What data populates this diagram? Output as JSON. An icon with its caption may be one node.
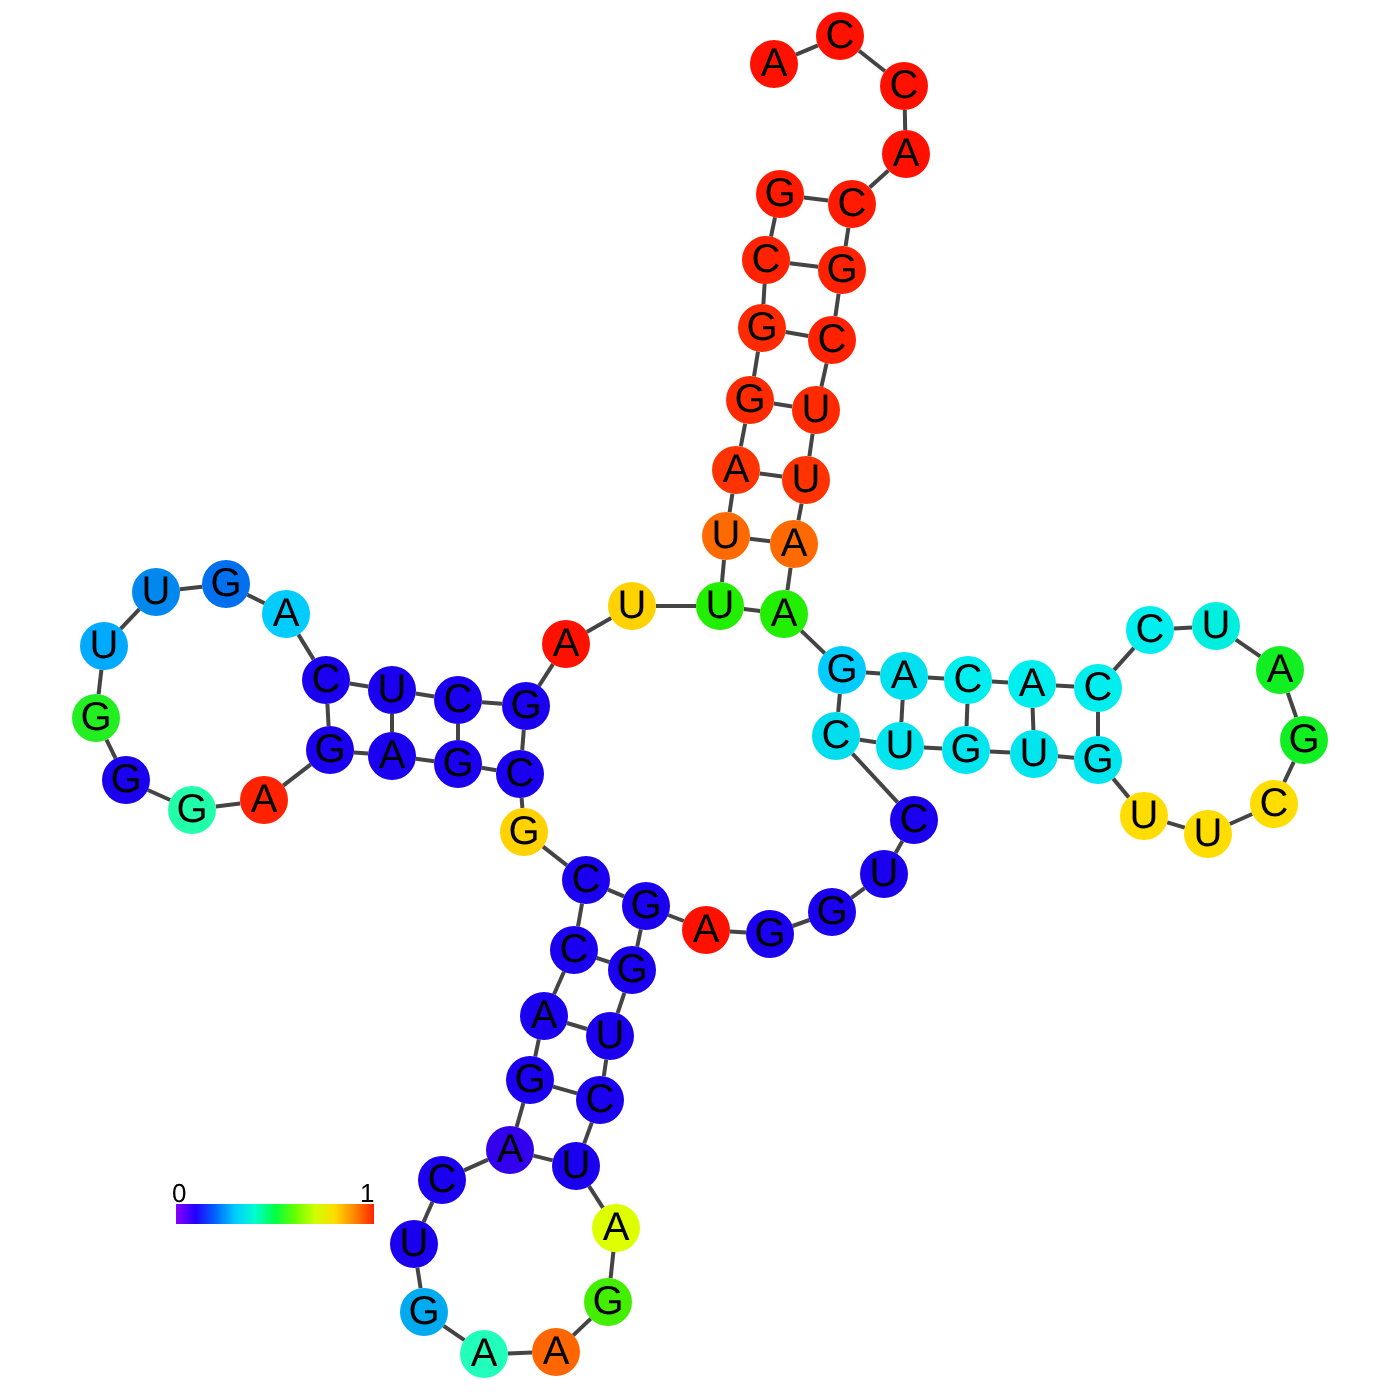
{
  "diagram": {
    "nodes": [
      {
        "text": [
          "G"
        ]
      },
      {
        "text": [
          "C"
        ]
      },
      {
        "text": [
          "G"
        ]
      },
      {
        "text": [
          "G"
        ]
      },
      {
        "text": [
          "A"
        ]
      },
      {
        "text": [
          "U"
        ]
      },
      {
        "text": [
          "U"
        ]
      },
      {
        "text": [
          "U"
        ]
      },
      {
        "text": [
          "A"
        ]
      },
      {
        "text": [
          "G"
        ]
      },
      {
        "text": [
          "C"
        ]
      },
      {
        "text": [
          "U"
        ]
      },
      {
        "text": [
          "C"
        ]
      },
      {
        "text": [
          "A"
        ]
      },
      {
        "text": [
          "G"
        ]
      },
      {
        "text": [
          "U"
        ]
      },
      {
        "text": [
          "U"
        ]
      },
      {
        "text": [
          "G"
        ]
      },
      {
        "text": [
          "G"
        ]
      },
      {
        "text": [
          "G"
        ]
      },
      {
        "text": [
          "A"
        ]
      },
      {
        "text": [
          "G"
        ]
      },
      {
        "text": [
          "A"
        ]
      },
      {
        "text": [
          "G"
        ]
      },
      {
        "text": [
          "C"
        ]
      },
      {
        "text": [
          "G"
        ]
      },
      {
        "text": [
          "C"
        ]
      },
      {
        "text": [
          "C"
        ]
      },
      {
        "text": [
          "A"
        ]
      },
      {
        "text": [
          "G"
        ]
      },
      {
        "text": [
          "A"
        ]
      },
      {
        "text": [
          "C"
        ]
      },
      {
        "text": [
          "U"
        ]
      },
      {
        "text": [
          "G"
        ]
      },
      {
        "text": [
          "A"
        ]
      },
      {
        "text": [
          "A"
        ]
      },
      {
        "text": [
          "G"
        ]
      },
      {
        "text": [
          "A"
        ]
      },
      {
        "text": [
          "U"
        ]
      },
      {
        "text": [
          "C"
        ]
      },
      {
        "text": [
          "U"
        ]
      },
      {
        "text": [
          "G"
        ]
      },
      {
        "text": [
          "G"
        ]
      },
      {
        "text": [
          "A"
        ]
      },
      {
        "text": [
          "G"
        ]
      },
      {
        "text": [
          "G"
        ]
      },
      {
        "text": [
          "U"
        ]
      },
      {
        "text": [
          "C"
        ]
      },
      {
        "text": [
          "C"
        ]
      },
      {
        "text": [
          "U"
        ]
      },
      {
        "text": [
          "G"
        ]
      },
      {
        "text": [
          "U"
        ]
      },
      {
        "text": [
          "G"
        ]
      },
      {
        "text": [
          "U"
        ]
      },
      {
        "text": [
          "U"
        ]
      },
      {
        "text": [
          "C"
        ]
      },
      {
        "text": [
          "G"
        ]
      },
      {
        "text": [
          "A"
        ]
      },
      {
        "text": [
          "U"
        ]
      },
      {
        "text": [
          "C"
        ]
      },
      {
        "text": [
          "C"
        ]
      },
      {
        "text": [
          "A"
        ]
      },
      {
        "text": [
          "C"
        ]
      },
      {
        "text": [
          "A"
        ]
      },
      {
        "text": [
          "G"
        ]
      },
      {
        "text": [
          "A"
        ]
      },
      {
        "text": [
          "A"
        ]
      },
      {
        "text": [
          "U"
        ]
      },
      {
        "text": [
          "U"
        ]
      },
      {
        "text": [
          "C"
        ]
      },
      {
        "text": [
          "G"
        ]
      },
      {
        "text": [
          "C"
        ]
      },
      {
        "text": [
          "A"
        ]
      },
      {
        "text": [
          "C"
        ]
      },
      {
        "text": [
          "C"
        ]
      },
      {
        "text": [
          "A"
        ]
      }
    ],
    "edges": [
      {
        "from": 0,
        "to": 1,
        "arrow": "none"
      },
      {
        "from": 1,
        "to": 2,
        "arrow": "none"
      },
      {
        "from": 2,
        "to": 3,
        "arrow": "none"
      },
      {
        "from": 3,
        "to": 4,
        "arrow": "none"
      },
      {
        "from": 4,
        "to": 5,
        "arrow": "none"
      },
      {
        "from": 5,
        "to": 6,
        "arrow": "none"
      },
      {
        "from": 6,
        "to": 7,
        "arrow": "none"
      },
      {
        "from": 7,
        "to": 8,
        "arrow": "none"
      },
      {
        "from": 8,
        "to": 9,
        "arrow": "none"
      },
      {
        "from": 9,
        "to": 10,
        "arrow": "none"
      },
      {
        "from": 10,
        "to": 11,
        "arrow": "none"
      },
      {
        "from": 11,
        "to": 12,
        "arrow": "none"
      },
      {
        "from": 12,
        "to": 13,
        "arrow": "none"
      },
      {
        "from": 13,
        "to": 14,
        "arrow": "none"
      },
      {
        "from": 14,
        "to": 15,
        "arrow": "none"
      },
      {
        "from": 15,
        "to": 16,
        "arrow": "none"
      },
      {
        "from": 16,
        "to": 17,
        "arrow": "none"
      },
      {
        "from": 17,
        "to": 18,
        "arrow": "none"
      },
      {
        "from": 18,
        "to": 19,
        "arrow": "none"
      },
      {
        "from": 19,
        "to": 20,
        "arrow": "none"
      },
      {
        "from": 20,
        "to": 21,
        "arrow": "none"
      },
      {
        "from": 21,
        "to": 22,
        "arrow": "none"
      },
      {
        "from": 22,
        "to": 23,
        "arrow": "none"
      },
      {
        "from": 23,
        "to": 24,
        "arrow": "none"
      },
      {
        "from": 24,
        "to": 25,
        "arrow": "none"
      },
      {
        "from": 25,
        "to": 26,
        "arrow": "none"
      },
      {
        "from": 26,
        "to": 27,
        "arrow": "none"
      },
      {
        "from": 27,
        "to": 28,
        "arrow": "none"
      },
      {
        "from": 28,
        "to": 29,
        "arrow": "none"
      },
      {
        "from": 29,
        "to": 30,
        "arrow": "none"
      },
      {
        "from": 30,
        "to": 31,
        "arrow": "none"
      },
      {
        "from": 31,
        "to": 32,
        "arrow": "none"
      },
      {
        "from": 32,
        "to": 33,
        "arrow": "none"
      },
      {
        "from": 33,
        "to": 34,
        "arrow": "none"
      },
      {
        "from": 34,
        "to": 35,
        "arrow": "none"
      },
      {
        "from": 35,
        "to": 36,
        "arrow": "none"
      },
      {
        "from": 36,
        "to": 37,
        "arrow": "none"
      },
      {
        "from": 37,
        "to": 38,
        "arrow": "none"
      },
      {
        "from": 38,
        "to": 39,
        "arrow": "none"
      },
      {
        "from": 39,
        "to": 40,
        "arrow": "none"
      },
      {
        "from": 40,
        "to": 41,
        "arrow": "none"
      },
      {
        "from": 41,
        "to": 42,
        "arrow": "none"
      },
      {
        "from": 42,
        "to": 43,
        "arrow": "none"
      },
      {
        "from": 43,
        "to": 44,
        "arrow": "none"
      },
      {
        "from": 44,
        "to": 45,
        "arrow": "none"
      },
      {
        "from": 45,
        "to": 46,
        "arrow": "none"
      },
      {
        "from": 46,
        "to": 47,
        "arrow": "none"
      },
      {
        "from": 47,
        "to": 48,
        "arrow": "none"
      },
      {
        "from": 48,
        "to": 49,
        "arrow": "none"
      },
      {
        "from": 49,
        "to": 50,
        "arrow": "none"
      },
      {
        "from": 50,
        "to": 51,
        "arrow": "none"
      },
      {
        "from": 51,
        "to": 52,
        "arrow": "none"
      },
      {
        "from": 52,
        "to": 53,
        "arrow": "none"
      },
      {
        "from": 53,
        "to": 54,
        "arrow": "none"
      },
      {
        "from": 54,
        "to": 55,
        "arrow": "none"
      },
      {
        "from": 55,
        "to": 56,
        "arrow": "none"
      },
      {
        "from": 56,
        "to": 57,
        "arrow": "none"
      },
      {
        "from": 57,
        "to": 58,
        "arrow": "none"
      },
      {
        "from": 58,
        "to": 59,
        "arrow": "none"
      },
      {
        "from": 59,
        "to": 60,
        "arrow": "none"
      },
      {
        "from": 60,
        "to": 61,
        "arrow": "none"
      },
      {
        "from": 61,
        "to": 62,
        "arrow": "none"
      },
      {
        "from": 62,
        "to": 63,
        "arrow": "none"
      },
      {
        "from": 63,
        "to": 64,
        "arrow": "none"
      },
      {
        "from": 64,
        "to": 65,
        "arrow": "none"
      },
      {
        "from": 65,
        "to": 66,
        "arrow": "none"
      },
      {
        "from": 66,
        "to": 67,
        "arrow": "none"
      },
      {
        "from": 67,
        "to": 68,
        "arrow": "none"
      },
      {
        "from": 68,
        "to": 69,
        "arrow": "none"
      },
      {
        "from": 69,
        "to": 70,
        "arrow": "none"
      },
      {
        "from": 70,
        "to": 71,
        "arrow": "none"
      },
      {
        "from": 71,
        "to": 72,
        "arrow": "none"
      },
      {
        "from": 72,
        "to": 73,
        "arrow": "none"
      },
      {
        "from": 73,
        "to": 74,
        "arrow": "none"
      },
      {
        "from": 74,
        "to": 75,
        "arrow": "none"
      },
      {
        "from": 0,
        "to": 71,
        "arrow": "none"
      },
      {
        "from": 1,
        "to": 70,
        "arrow": "none"
      },
      {
        "from": 2,
        "to": 69,
        "arrow": "none"
      },
      {
        "from": 3,
        "to": 68,
        "arrow": "none"
      },
      {
        "from": 4,
        "to": 67,
        "arrow": "none"
      },
      {
        "from": 5,
        "to": 66,
        "arrow": "none"
      },
      {
        "from": 6,
        "to": 65,
        "arrow": "none"
      },
      {
        "from": 9,
        "to": 24,
        "arrow": "none"
      },
      {
        "from": 10,
        "to": 23,
        "arrow": "none"
      },
      {
        "from": 11,
        "to": 22,
        "arrow": "none"
      },
      {
        "from": 12,
        "to": 21,
        "arrow": "none"
      },
      {
        "from": 26,
        "to": 42,
        "arrow": "none"
      },
      {
        "from": 27,
        "to": 41,
        "arrow": "none"
      },
      {
        "from": 28,
        "to": 40,
        "arrow": "none"
      },
      {
        "from": 29,
        "to": 39,
        "arrow": "none"
      },
      {
        "from": 30,
        "to": 38,
        "arrow": "none"
      },
      {
        "from": 48,
        "to": 64,
        "arrow": "none"
      },
      {
        "from": 49,
        "to": 63,
        "arrow": "none"
      },
      {
        "from": 50,
        "to": 62,
        "arrow": "none"
      },
      {
        "from": 51,
        "to": 61,
        "arrow": "none"
      },
      {
        "from": 52,
        "to": 60,
        "arrow": "none"
      }
    ],
    "labels": [
      "0",
      "1"
    ]
  }
}
